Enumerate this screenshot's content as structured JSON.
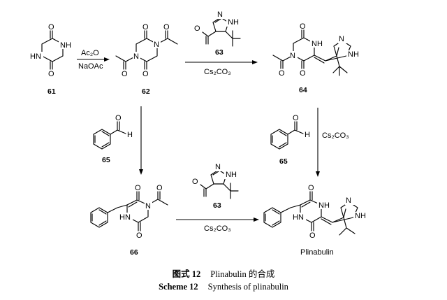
{
  "atoms": {
    "o": "O",
    "nh": "NH",
    "hn": "HN",
    "n": "N",
    "h": "H"
  },
  "compounds": {
    "c61": "61",
    "c62": "62",
    "c63": "63",
    "c64": "64",
    "c65": "65",
    "c66": "66",
    "plinabulin": "Plinabulin"
  },
  "reagents": {
    "step1_above": "Ac₂O",
    "step1_below": "NaOAc",
    "cs2co3": "Cs₂CO₃"
  },
  "caption": {
    "cn_label": "图式 12",
    "cn_text": "Plinabulin 的合成",
    "en_label": "Scheme 12",
    "en_text": "Synthesis of plinabulin"
  }
}
